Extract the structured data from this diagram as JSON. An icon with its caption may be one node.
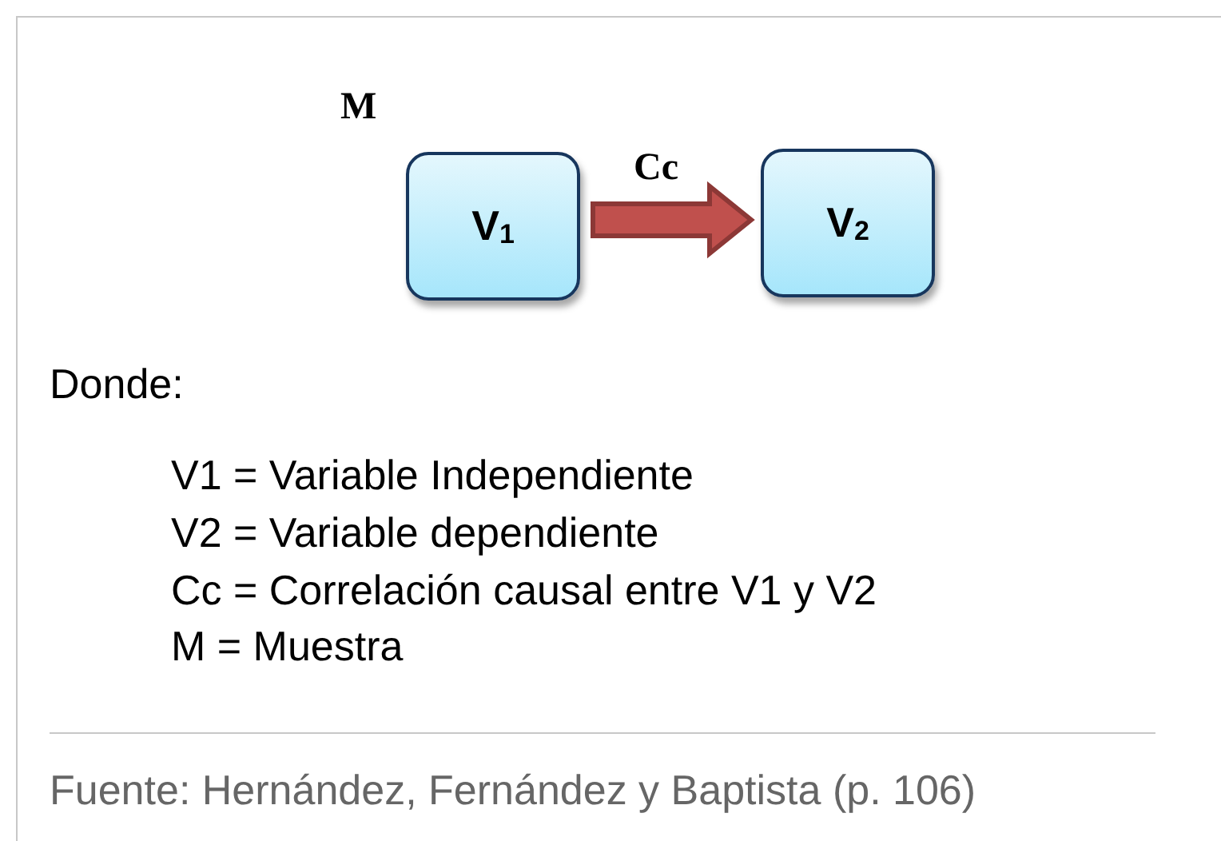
{
  "diagram": {
    "nodes": [
      {
        "text": [
          "V$_{1}$"
        ]
      },
      {
        "text": [
          "V$_{2}$"
        ]
      }
    ],
    "edges": [
      {
        "from": 0,
        "to": 1,
        "arrow": "to",
        "label": "Cc",
        "style": "thick",
        "color": "#c0504d"
      }
    ],
    "labels": [
      "M",
      "Donde:",
      "V1 = Variable Independiente",
      "V2 = Variable dependiente",
      "Cc = Correlación causal entre V1 y V2",
      "M = Muestra"
    ],
    "caption": "Fuente: Hernández, Fernández y Baptista (p. 106)"
  }
}
